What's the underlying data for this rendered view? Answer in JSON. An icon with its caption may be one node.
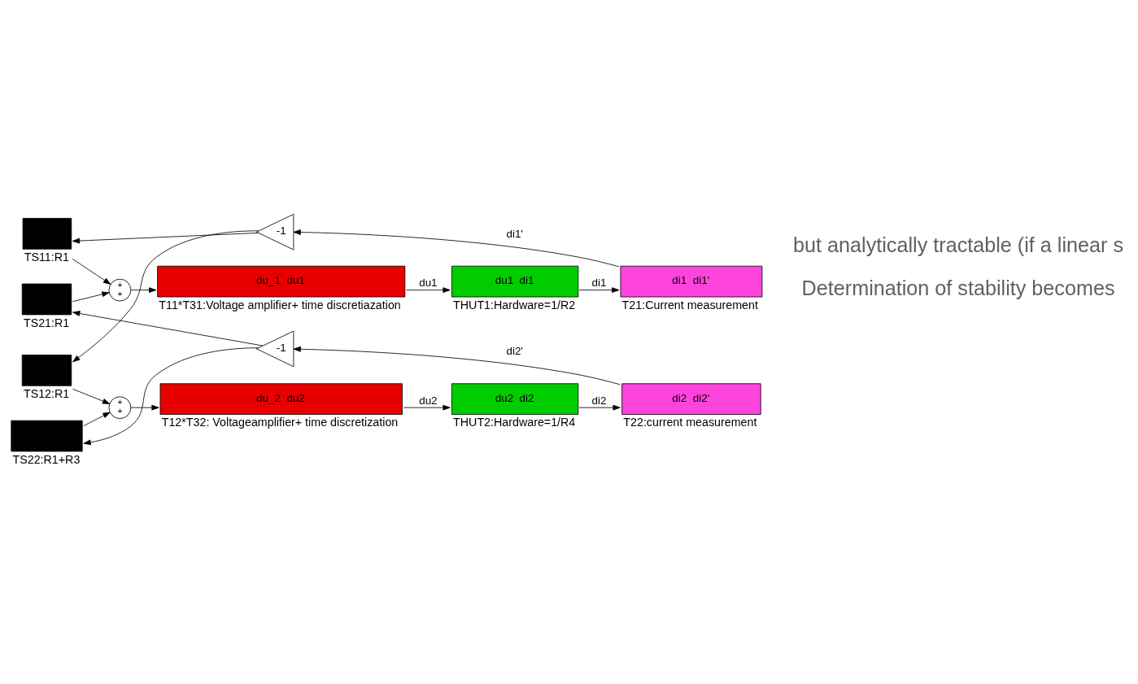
{
  "diagram": {
    "nodes": [
      {
        "text": [
          "-1"
        ]
      },
      {
        "text": [],
        "shape": "box",
        "beside": [
          "TS11:R1"
        ]
      },
      {
        "text": [
          "+",
          "+"
        ]
      },
      {
        "text": [
          "du_1",
          "du1"
        ],
        "beside": [
          "T11*T31:Voltage amplifier+ time discretiazation"
        ]
      },
      {
        "text": [
          "du1",
          "di1"
        ],
        "beside": [
          "THUT1:Hardware=1/R2"
        ]
      },
      {
        "text": [
          "di1",
          "di1'"
        ],
        "beside": [
          "T21:Current measurement"
        ]
      },
      {
        "text": [],
        "shape": "box",
        "beside": [
          "TS12:R1"
        ]
      },
      {
        "text": [],
        "shape": "box",
        "beside": [
          "TS21:R1"
        ]
      },
      {
        "text": [],
        "shape": "box",
        "beside": [
          "TS22:R1+R3"
        ]
      },
      {
        "text": [
          "+",
          "+"
        ]
      },
      {
        "text": [
          "du_2",
          "du2"
        ],
        "beside": [
          "T12*T32: Voltageamplifier+ time discretization"
        ]
      },
      {
        "text": [
          "du2",
          "di2"
        ],
        "beside": [
          "THUT2:Hardware=1/R4"
        ]
      },
      {
        "text": [
          "di2",
          "di2'"
        ],
        "beside": [
          "T22:current measurement"
        ]
      },
      {
        "text": [
          "-1"
        ]
      }
    ],
    "edges": [
      {
        "from": 5,
        "to": 0,
        "arrow": "to",
        "label": "di1'"
      },
      {
        "from": 0,
        "to": 1,
        "arrow": "to"
      },
      {
        "from": 0,
        "to": 6,
        "arrow": "to"
      },
      {
        "from": 1,
        "to": 2,
        "arrow": "to"
      },
      {
        "from": 7,
        "to": 2,
        "arrow": "to"
      },
      {
        "from": 2,
        "to": 3,
        "arrow": "to"
      },
      {
        "from": 3,
        "to": 4,
        "arrow": "to",
        "label": "du1"
      },
      {
        "from": 4,
        "to": 5,
        "arrow": "to",
        "label": "di1"
      },
      {
        "from": 12,
        "to": 13,
        "arrow": "to",
        "label": "di2'"
      },
      {
        "from": 13,
        "to": 7,
        "arrow": "to"
      },
      {
        "from": 13,
        "to": 8,
        "arrow": "to"
      },
      {
        "from": 8,
        "to": 9,
        "arrow": "to"
      },
      {
        "from": 6,
        "to": 9,
        "arrow": "to"
      },
      {
        "from": 9,
        "to": 10,
        "arrow": "to"
      },
      {
        "from": 10,
        "to": 11,
        "arrow": "to",
        "label": "du2"
      },
      {
        "from": 11,
        "to": 12,
        "arrow": "to",
        "label": "di2"
      }
    ],
    "labels": [
      "Determination of stability becomes",
      "but analytically tractable (if a linear s"
    ]
  }
}
